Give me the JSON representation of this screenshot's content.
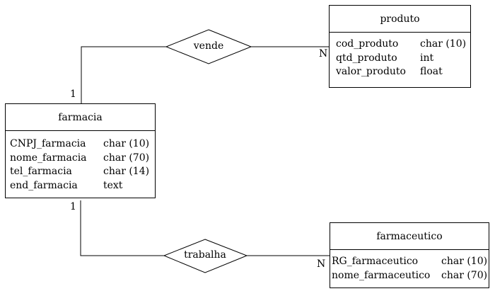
{
  "entities": {
    "produto": {
      "name": "produto",
      "attributes": [
        {
          "name": "cod_produto",
          "type": "char (10)"
        },
        {
          "name": "qtd_produto",
          "type": "int"
        },
        {
          "name": "valor_produto",
          "type": "float"
        }
      ]
    },
    "farmacia": {
      "name": "farmacia",
      "attributes": [
        {
          "name": "CNPJ_farmacia",
          "type": "char (10)"
        },
        {
          "name": "nome_farmacia",
          "type": "char (70)"
        },
        {
          "name": "tel_farmacia",
          "type": "char (14)"
        },
        {
          "name": "end_farmacia",
          "type": "text"
        }
      ]
    },
    "farmaceutico": {
      "name": "farmaceutico",
      "attributes": [
        {
          "name": "RG_farmaceutico",
          "type": "char (10)"
        },
        {
          "name": "nome_farmaceutico",
          "type": "char (70)"
        }
      ]
    }
  },
  "relationships": {
    "vende": {
      "label": "vende",
      "card_farmacia": "1",
      "card_produto": "N"
    },
    "trabalha": {
      "label": "trabalha",
      "card_farmacia": "1",
      "card_farmaceutico": "N"
    }
  }
}
